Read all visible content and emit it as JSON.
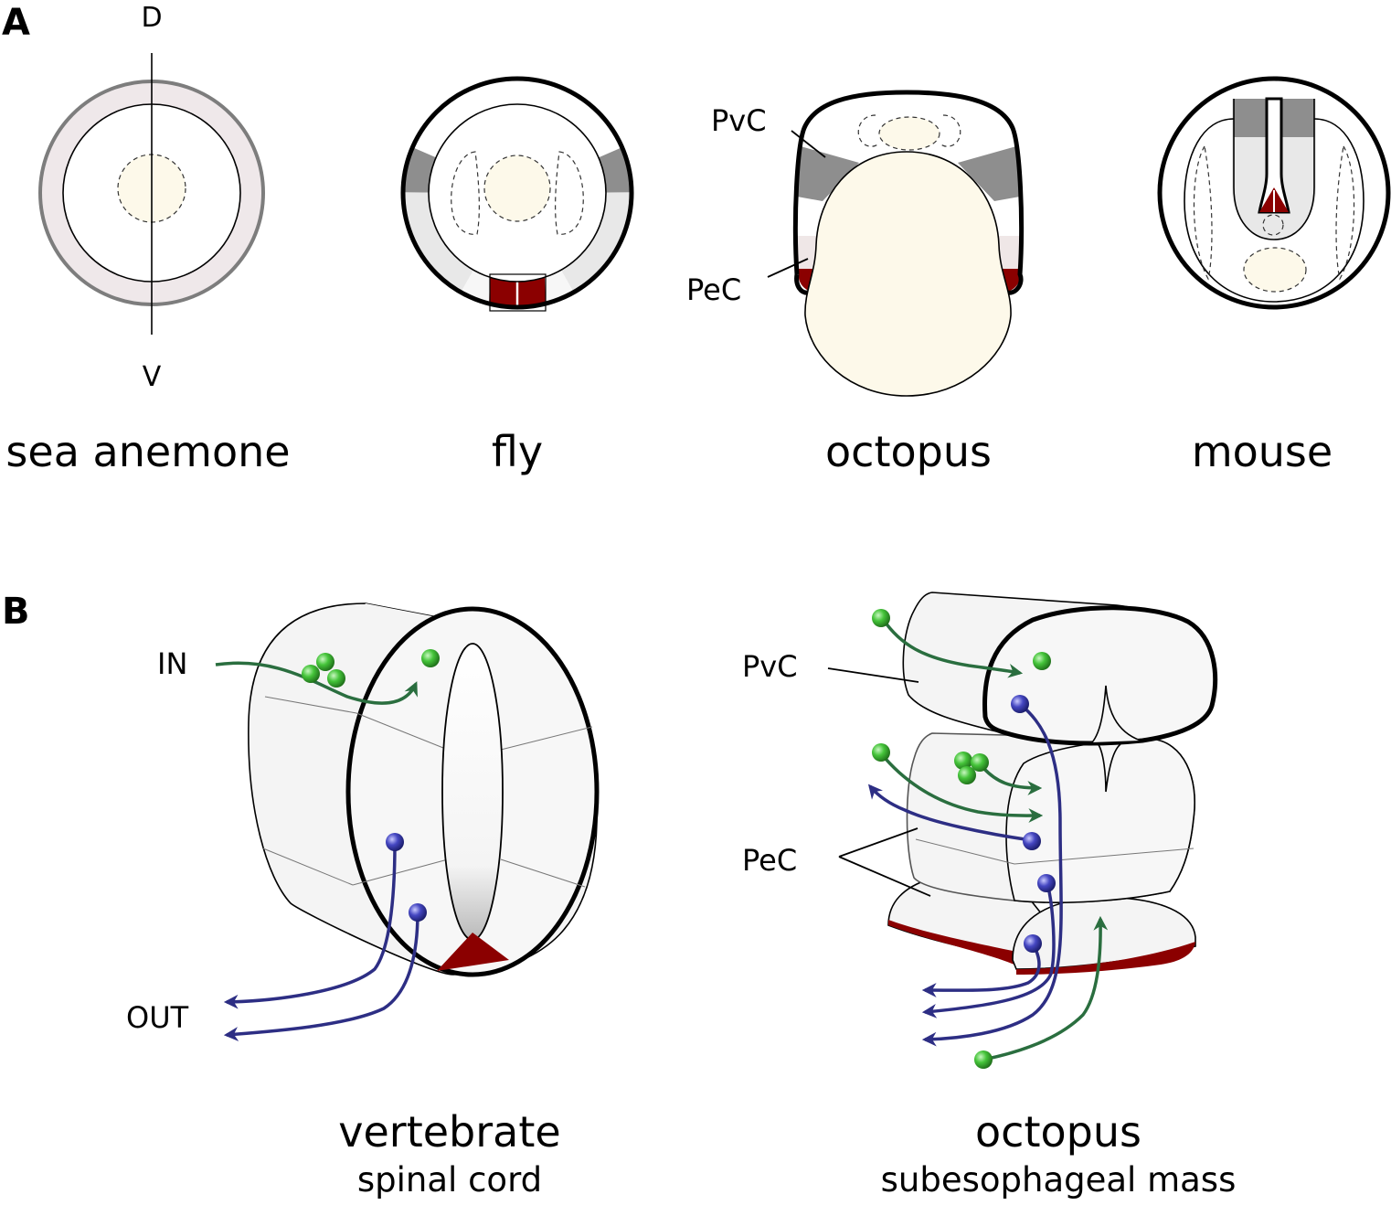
{
  "panels": {
    "a": {
      "letter": "A"
    },
    "b": {
      "letter": "B"
    }
  },
  "axis": {
    "dorsal": "D",
    "ventral": "V"
  },
  "species": {
    "sea_anemone": "sea anemone",
    "fly": "fly",
    "octopus": "octopus",
    "mouse": "mouse"
  },
  "labels": {
    "pvc": "PvC",
    "pec": "PeC",
    "input": "IN",
    "output": "OUT"
  },
  "captions": {
    "vertebrate_main": "vertebrate",
    "vertebrate_sub": "spinal cord",
    "octopus_main": "octopus",
    "octopus_sub": "subesophageal mass"
  },
  "colors": {
    "dark_red": "#8b0000",
    "mid_gray": "#8e8e8e",
    "light_gray": "#e8e8e8",
    "pale_pink": "#efe7e7",
    "cream": "#fdf9ea",
    "input_green": "#2a6e3f",
    "output_blue": "#2d2e84"
  }
}
